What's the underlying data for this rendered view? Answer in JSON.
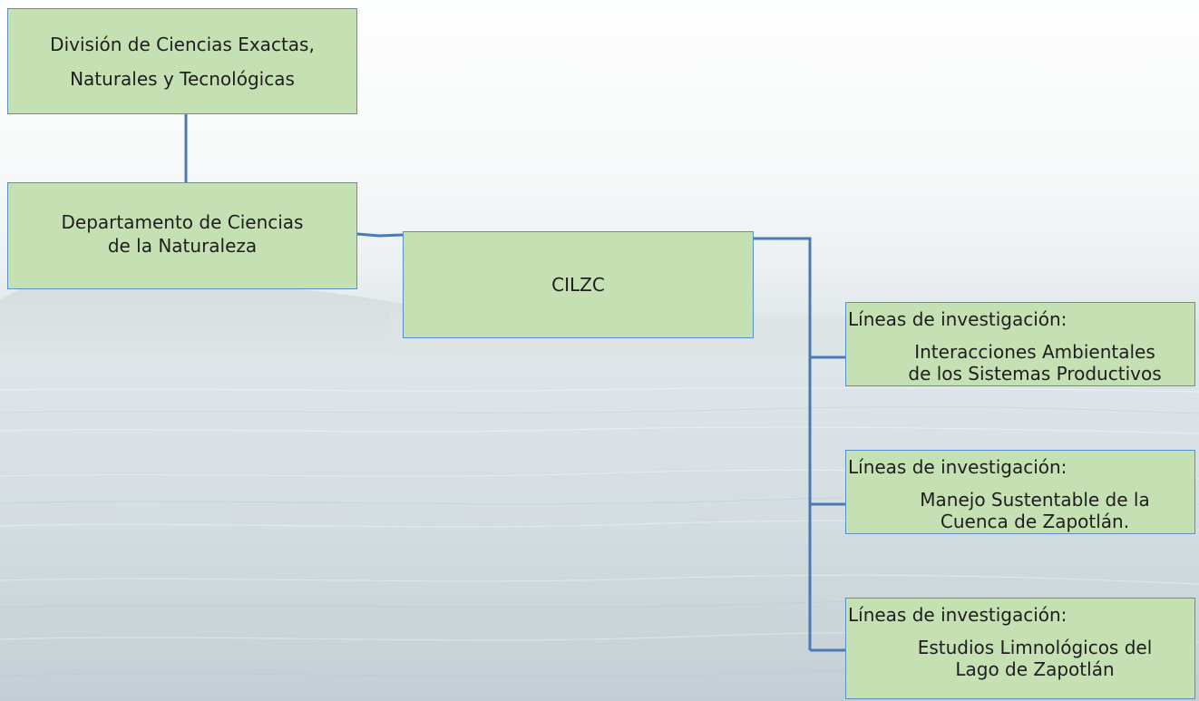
{
  "nodes": {
    "division": {
      "lines": [
        "División de Ciencias Exactas,",
        "Naturales y Tecnológicas"
      ]
    },
    "departamento": {
      "lines": [
        "Departamento de Ciencias",
        "de la Naturaleza"
      ]
    },
    "center": {
      "label": "CILZC"
    },
    "research_lines": [
      {
        "heading": "Líneas de investigación:",
        "name": [
          "Interacciones Ambientales",
          "de los Sistemas Productivos"
        ]
      },
      {
        "heading": "Líneas de investigación:",
        "name": [
          "Manejo Sustentable de la",
          "Cuenca de Zapotlán."
        ]
      },
      {
        "heading": "Líneas de investigación:",
        "name": [
          "Estudios Limnológicos del",
          "Lago de Zapotlán"
        ]
      }
    ]
  },
  "colors": {
    "node_fill": "#c5e0b3",
    "node_border": "#5b8fc7",
    "connector": "#4a7ab5"
  },
  "background": "lake-landscape"
}
